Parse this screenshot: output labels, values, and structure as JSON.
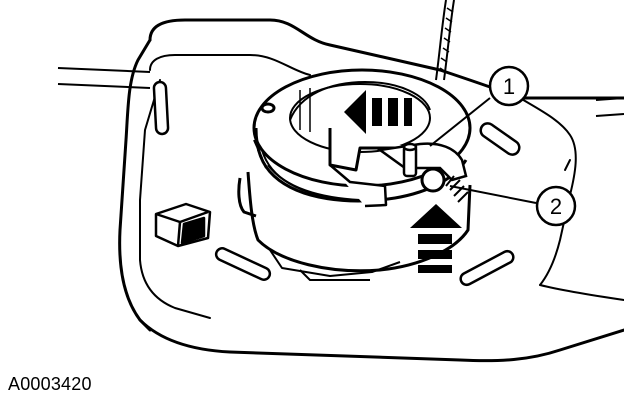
{
  "figure": {
    "code": "A0003420",
    "line_color": "#000000",
    "background": "#ffffff"
  },
  "callouts": [
    {
      "number": "1"
    },
    {
      "number": "2"
    }
  ],
  "icons": {
    "arrow_left": "arrow-left-icon",
    "arrow_up": "arrow-up-icon"
  }
}
